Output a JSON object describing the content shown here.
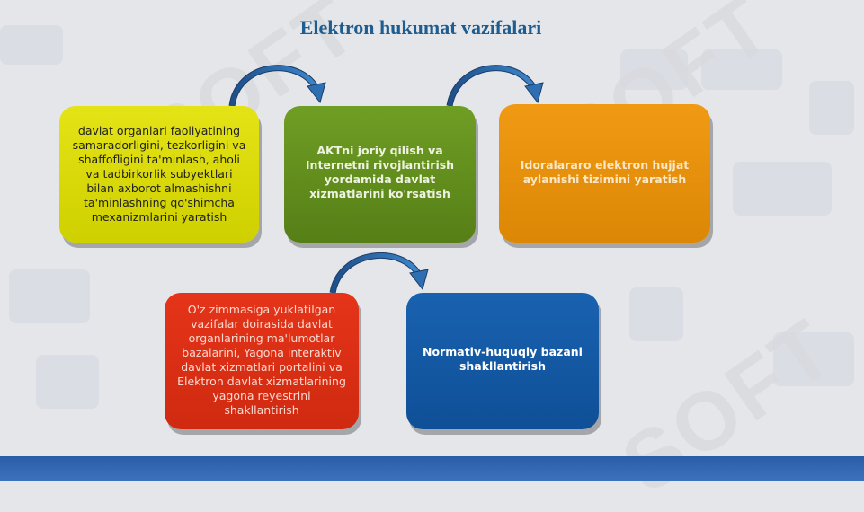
{
  "title": "Elektron hukumat vazifalari",
  "watermark_text": "SOFT",
  "colors": {
    "title": "#1f5c8f",
    "yellow": "#d8d90a",
    "green": "#5f8a1c",
    "orange": "#e48f0b",
    "red": "#d92f14",
    "blue": "#145aa4",
    "arrow": "#2e6fb3",
    "footer": "#2a5ca8"
  },
  "boxes": {
    "yellow": "davlat organlari faoliyatining samaradorligini, tezkorligini va shaffofligini ta'minlash, aholi va tadbirkorlik subyektlari bilan axborot almashishni ta'minlashning qo'shimcha mexanizmlarini yaratish",
    "green": "AKTni joriy qilish va Internetni rivojlantirish yordamida davlat xizmatlarini ko'rsatish",
    "orange": "Idoralararo elektron hujjat aylanishi tizimini yaratish",
    "red": "O'z zimmasiga yuklatilgan vazifalar doirasida davlat organlarining ma'lumotlar bazalarini, Yagona interaktiv davlat xizmatlari portalini va Elektron davlat xizmatlarining yagona reyestrini shakllantirish",
    "blue": "Normativ-huquqiy bazani shakllantirish"
  }
}
